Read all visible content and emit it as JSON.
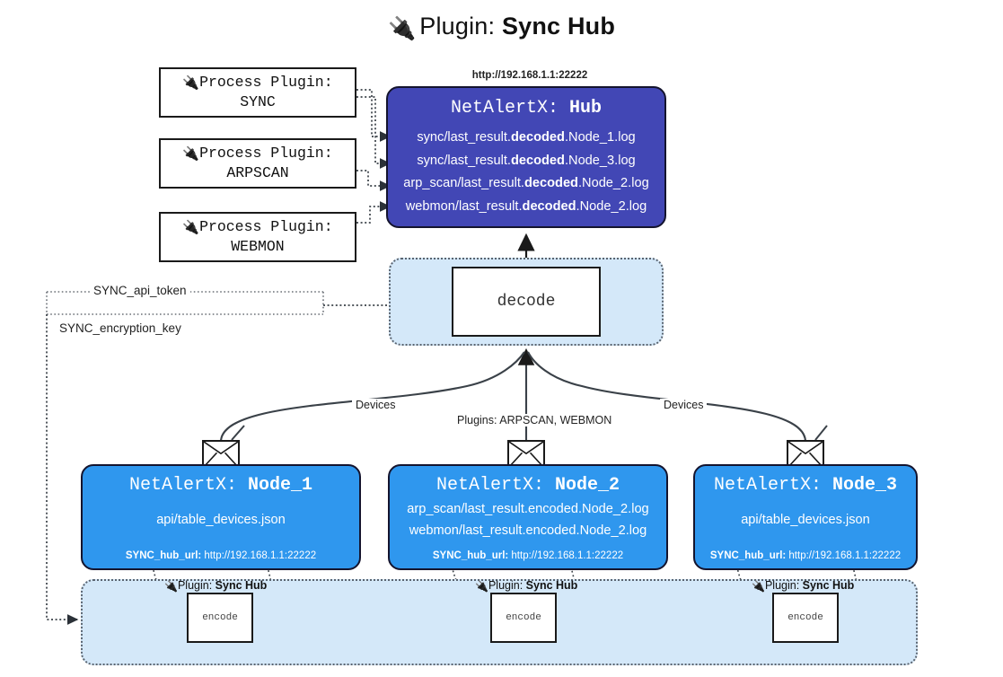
{
  "page": {
    "title_icon": "plug-icon",
    "title_prefix": "Plugin: ",
    "title_name": "Sync Hub"
  },
  "process_plugins": [
    {
      "line1": "Process Plugin:",
      "line2": "SYNC"
    },
    {
      "line1": "Process Plugin:",
      "line2": "ARPSCAN"
    },
    {
      "line1": "Process Plugin:",
      "line2": "WEBMON"
    }
  ],
  "hub": {
    "url": "http://192.168.1.1:22222",
    "title_prefix": "NetAlertX: ",
    "title_name": "Hub",
    "logs": [
      {
        "pre": "sync/last_result.",
        "mid": "decoded",
        "post": ".Node_1.log"
      },
      {
        "pre": "sync/last_result.",
        "mid": "decoded",
        "post": ".Node_3.log"
      },
      {
        "pre": "arp_scan/last_result.",
        "mid": "decoded",
        "post": ".Node_2.log"
      },
      {
        "pre": "webmon/last_result.",
        "mid": "decoded",
        "post": ".Node_2.log"
      }
    ]
  },
  "decode": {
    "label": "decode"
  },
  "keys": [
    {
      "label": "SYNC_api_token"
    },
    {
      "label": "SYNC_encryption_key"
    }
  ],
  "edge_labels": {
    "devices_left": "Devices",
    "devices_right": "Devices",
    "plugins_mid": "Plugins: ARPSCAN, WEBMON"
  },
  "nodes": [
    {
      "title_prefix": "NetAlertX: ",
      "title_name": "Node_1",
      "lines": [
        {
          "pre": "api/table_devices.json",
          "mid": "",
          "post": ""
        }
      ],
      "url_key": "SYNC_hub_url:",
      "url_val": " http://192.168.1.1:22222",
      "icon": "envelope-icon"
    },
    {
      "title_prefix": "NetAlertX: ",
      "title_name": "Node_2",
      "lines": [
        {
          "pre": "arp_scan/last_result.",
          "mid": "encoded",
          "post": ".Node_2.log"
        },
        {
          "pre": "webmon/last_result.",
          "mid": "encoded",
          "post": ".Node_2.log"
        }
      ],
      "url_key": "SYNC_hub_url:",
      "url_val": " http://192.168.1.1:22222",
      "icon": "envelope-icon"
    },
    {
      "title_prefix": "NetAlertX: ",
      "title_name": "Node_3",
      "lines": [
        {
          "pre": "api/table_devices.json",
          "mid": "",
          "post": ""
        }
      ],
      "url_key": "SYNC_hub_url:",
      "url_val": " http://192.168.1.1:22222",
      "icon": "envelope-icon"
    }
  ],
  "bottom_plugins": [
    {
      "icon": "plug-icon",
      "prefix": "Plugin: ",
      "name": "Sync Hub",
      "box_label": "encode"
    },
    {
      "icon": "plug-icon",
      "prefix": "Plugin: ",
      "name": "Sync Hub",
      "box_label": "encode"
    },
    {
      "icon": "plug-icon",
      "prefix": "Plugin: ",
      "name": "Sync Hub",
      "box_label": "encode"
    }
  ],
  "colors": {
    "hub_fill": "#4247b5",
    "node_fill": "#2f97ee",
    "container_fill": "#d4e8f9",
    "stroke": "#14142e",
    "dotted": "#5a6470"
  }
}
